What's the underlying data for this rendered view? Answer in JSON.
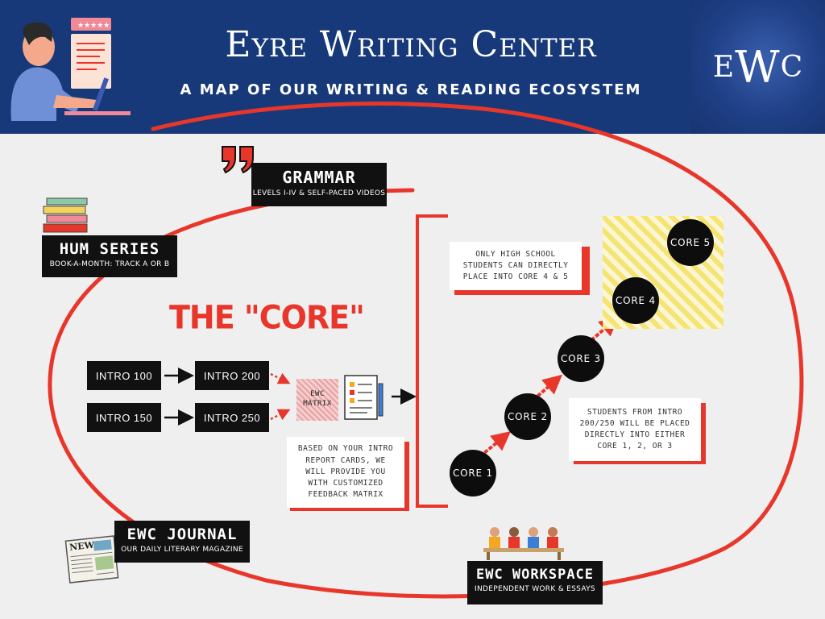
{
  "header": {
    "title": "Eyre Writing Center",
    "subtitle": "A MAP OF OUR WRITING & READING ECOSYSTEM",
    "logo_e": "E",
    "logo_w": "W",
    "logo_c": "C"
  },
  "labels": {
    "grammar": {
      "title": "GRAMMAR",
      "sub": "LEVELS I-IV & SELF-PACED VIDEOS"
    },
    "hum": {
      "title": "HUM SERIES",
      "sub": "BOOK-A-MONTH: TRACK A OR B"
    },
    "journal": {
      "title": "EWC JOURNAL",
      "sub": "OUR DAILY LITERARY MAGAZINE"
    },
    "workspace": {
      "title": "EWC WORKSPACE",
      "sub": "INDEPENDENT WORK & ESSAYS"
    }
  },
  "core_title": "THE \"CORE\"",
  "intro": {
    "intro100": "INTRO 100",
    "intro200": "INTRO 200",
    "intro150": "INTRO 150",
    "intro250": "INTRO 250"
  },
  "matrix_label": "EWC MATRIX",
  "notes": {
    "matrix_note": "BASED ON YOUR INTRO REPORT CARDS, WE WILL PROVIDE YOU WITH CUSTOMIZED FEEDBACK MATRIX",
    "high_school": "ONLY HIGH SCHOOL STUDENTS CAN DIRECTLY PLACE INTO CORE 4 & 5",
    "placement": "STUDENTS FROM INTRO 200/250 WILL BE PLACED DIRECTLY INTO EITHER CORE 1, 2, OR 3"
  },
  "cores": {
    "c1": "CORE 1",
    "c2": "CORE 2",
    "c3": "CORE 3",
    "c4": "CORE 4",
    "c5": "CORE 5"
  },
  "colors": {
    "navy": "#17397a",
    "accent_red": "#e8362b",
    "black": "#111111",
    "hatch_yellow": "#f5e472"
  },
  "icons": {
    "quote": "quote-marks-icon",
    "books": "book-stack-icon",
    "newspaper": "newspaper-icon",
    "students": "students-at-desk-icon",
    "report": "report-document-icon",
    "writer": "person-typing-illustration"
  }
}
